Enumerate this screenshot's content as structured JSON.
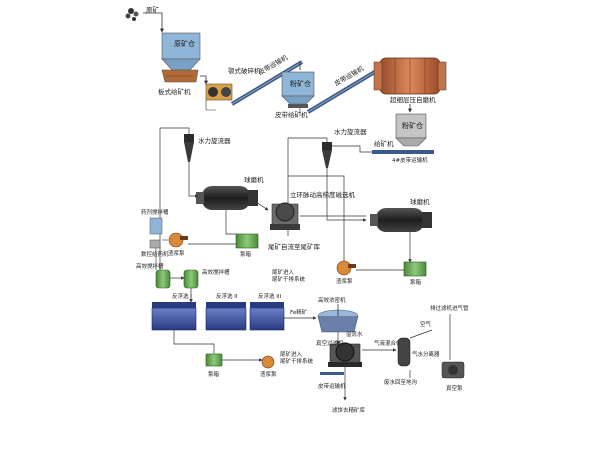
{
  "labels": {
    "raw_ore": "原矿",
    "raw_bin": "原矿仓",
    "plate_feeder": "板式给矿机",
    "jaw_crusher": "颚式破碎机",
    "belt_conveyor": "皮带运输机",
    "fine_bin": "粉矿仓",
    "belt_feeder": "皮带给矿机",
    "belt_conveyor2": "皮带运输机",
    "sag_mill": "超细层压自磨机",
    "fine_bin2": "粉矿仓",
    "feeder2": "给矿机",
    "belt_scale": "4#皮带运输机",
    "hydrocyclone": "水力旋流器",
    "ball_mill": "球磨机",
    "hydrocyclone2": "水力旋流器",
    "vert_ring_magsep": "立环脉动高梯度磁选机",
    "ball_mill2": "球磨机",
    "reagent_tank": "药剂搅拌桶",
    "cnc_dosing": "数控给药机",
    "slurry_pump": "渣浆泵",
    "sump": "泵箱",
    "tailings_thickening": "尾矿自流至尾矿库",
    "slurry_pump2": "渣浆泵",
    "sump2": "泵箱",
    "hi_eff_mixer": "高效搅拌槽",
    "hi_eff_mixer2": "高效搅拌槽",
    "tail_to_dry": "尾矿进入\n尾矿干排系统",
    "flotation1": "反浮选 I",
    "flotation2": "反浮选 II",
    "flotation3": "反浮选 III",
    "thickener": "高效浓密机",
    "fe_conc": "Fe精矿",
    "overflow": "溢流水",
    "vacuum_filter": "真空过滤机",
    "gas_water": "气液混合体",
    "air": "空气",
    "water_sep": "气水分离器",
    "discharge": "排过滤机进气管",
    "sump3": "泵箱",
    "slurry_pump3": "渣浆泵",
    "tail_to_dry2": "尾矿进入\n尾矿干排系统",
    "belt_conveyor3": "皮带运输机",
    "waste_water": "废水回至地沟",
    "vacuum_pump": "真空泵",
    "filter_cake": "滤饼去精矿库"
  },
  "colors": {
    "bin_blue": "#8fb5d8",
    "pipe": "#3a3a3a",
    "belt": "#3a5a8a",
    "equipment_dark": "#2b2b2b",
    "green_tank": "#6aa85a",
    "orange_pump": "#d88a3a",
    "mill_red": "#b4553a",
    "flotation_blue": "#4a5fa8"
  }
}
